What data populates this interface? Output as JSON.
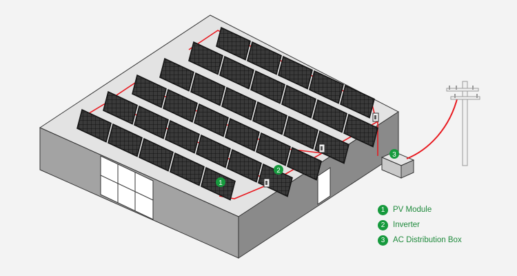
{
  "callouts": [
    {
      "number": "1"
    },
    {
      "number": "2"
    },
    {
      "number": "3"
    }
  ],
  "legend": [
    {
      "number": "1",
      "label": "PV Module"
    },
    {
      "number": "2",
      "label": "Inverter"
    },
    {
      "number": "3",
      "label": "AC Distribution Box"
    }
  ],
  "colors": {
    "background": "#f3f3f3",
    "roof": "#e3e3e3",
    "wall_front": "#a3a3a3",
    "wall_right": "#8a8a8a",
    "panel": "#1c1c1c",
    "cell": "#3a3a3a",
    "wire": "#e8191f",
    "badge": "#169a3d"
  }
}
